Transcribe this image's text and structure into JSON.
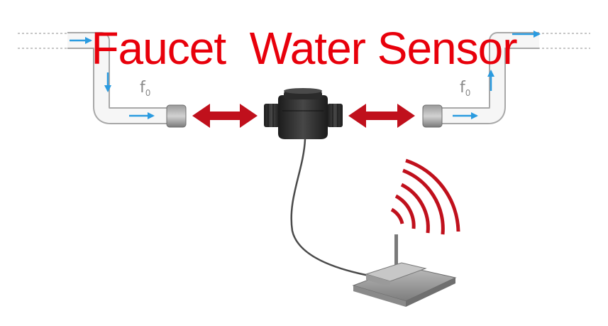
{
  "title": "Faucet  Water Sensor",
  "labels": {
    "left_flow": "f",
    "left_flow_sub": "0",
    "right_flow": "f",
    "right_flow_sub": "0"
  },
  "colors": {
    "title": "#e8000b",
    "arrow": "#c0101c",
    "flow": "#2a9be0",
    "pipe_stroke": "#a8a8a8",
    "sensor": "#2b2b2b",
    "signal": "#c0101c"
  },
  "icons": {
    "sensor": "flow-sensor-icon",
    "receiver": "wireless-receiver-icon",
    "signal": "wireless-signal-icon"
  }
}
